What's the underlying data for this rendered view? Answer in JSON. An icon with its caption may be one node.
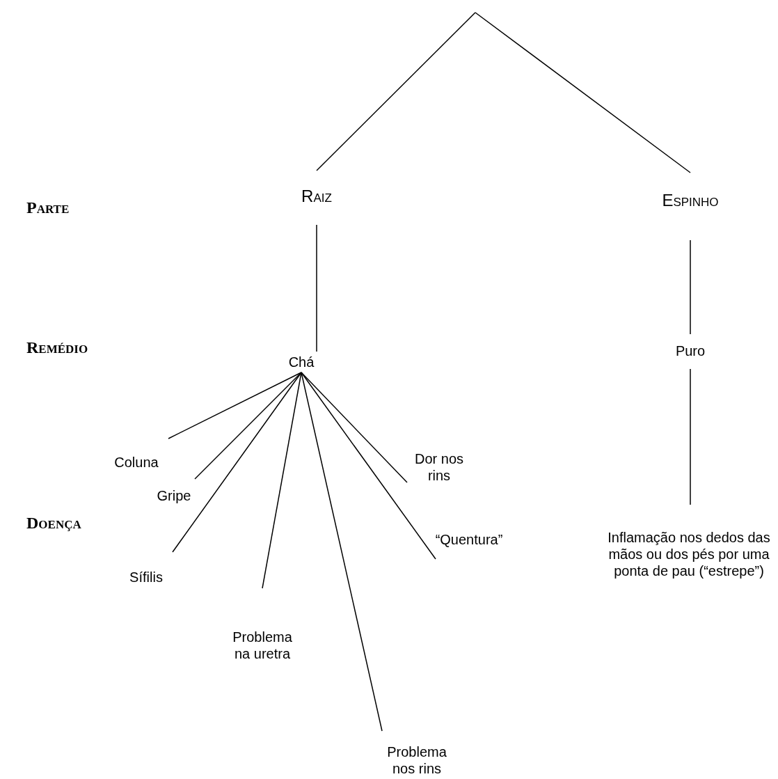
{
  "diagram": {
    "nodes": [
      {
        "text": [
          "Raiz"
        ]
      },
      {
        "text": [
          "Espinho"
        ]
      },
      {
        "text": [
          "Chá"
        ]
      },
      {
        "text": [
          "Puro"
        ]
      },
      {
        "text": [
          "Coluna"
        ]
      },
      {
        "text": [
          "Gripe"
        ]
      },
      {
        "text": [
          "Sífilis"
        ]
      },
      {
        "text": [
          "Problema na uretra"
        ]
      },
      {
        "text": [
          "Problema nos rins"
        ]
      },
      {
        "text": [
          "“Quentura”"
        ]
      },
      {
        "text": [
          "Dor nos rins"
        ]
      },
      {
        "text": [
          "Inflamação nos dedos das mãos ou dos pés por uma ponta de pau (“estrepe”)"
        ]
      }
    ],
    "edges": [
      {
        "from": null,
        "to": 0,
        "arrow": "none"
      },
      {
        "from": null,
        "to": 1,
        "arrow": "none"
      },
      {
        "from": 0,
        "to": 2,
        "arrow": "none"
      },
      {
        "from": 1,
        "to": 3,
        "arrow": "none"
      },
      {
        "from": 2,
        "to": 4,
        "arrow": "none"
      },
      {
        "from": 2,
        "to": 5,
        "arrow": "none"
      },
      {
        "from": 2,
        "to": 6,
        "arrow": "none"
      },
      {
        "from": 2,
        "to": 7,
        "arrow": "none"
      },
      {
        "from": 2,
        "to": 8,
        "arrow": "none"
      },
      {
        "from": 2,
        "to": 9,
        "arrow": "none"
      },
      {
        "from": 2,
        "to": 10,
        "arrow": "none"
      },
      {
        "from": 3,
        "to": 11,
        "arrow": "none"
      }
    ],
    "labels": [
      "Parte",
      "Remédio",
      "Doença"
    ]
  }
}
